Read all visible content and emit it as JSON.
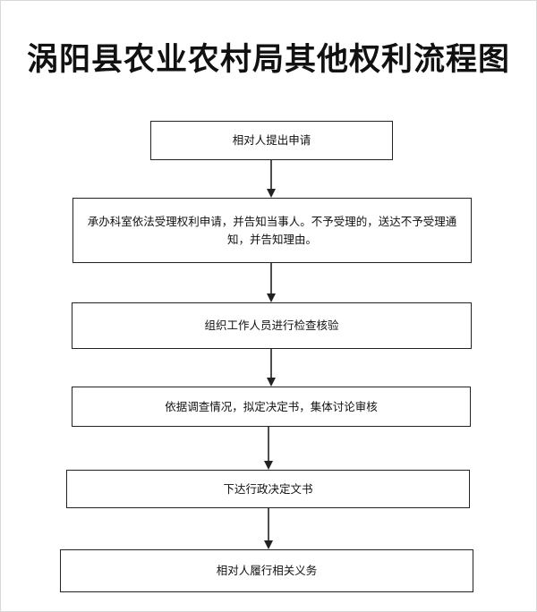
{
  "title": "涡阳县农业农村局其他权利流程图",
  "steps": [
    "相对人提出申请",
    "承办科室依法受理权利申请，并告知当事人。不予受理的，送达不予受理通知，并告知理由。",
    "组织工作人员进行检查核验",
    "依据调查情况，拟定决定书，集体讨论审核",
    "下达行政决定文书",
    "相对人履行相关义务"
  ],
  "colors": {
    "stroke": "#222222",
    "background": "#ffffff",
    "text": "#111111"
  }
}
